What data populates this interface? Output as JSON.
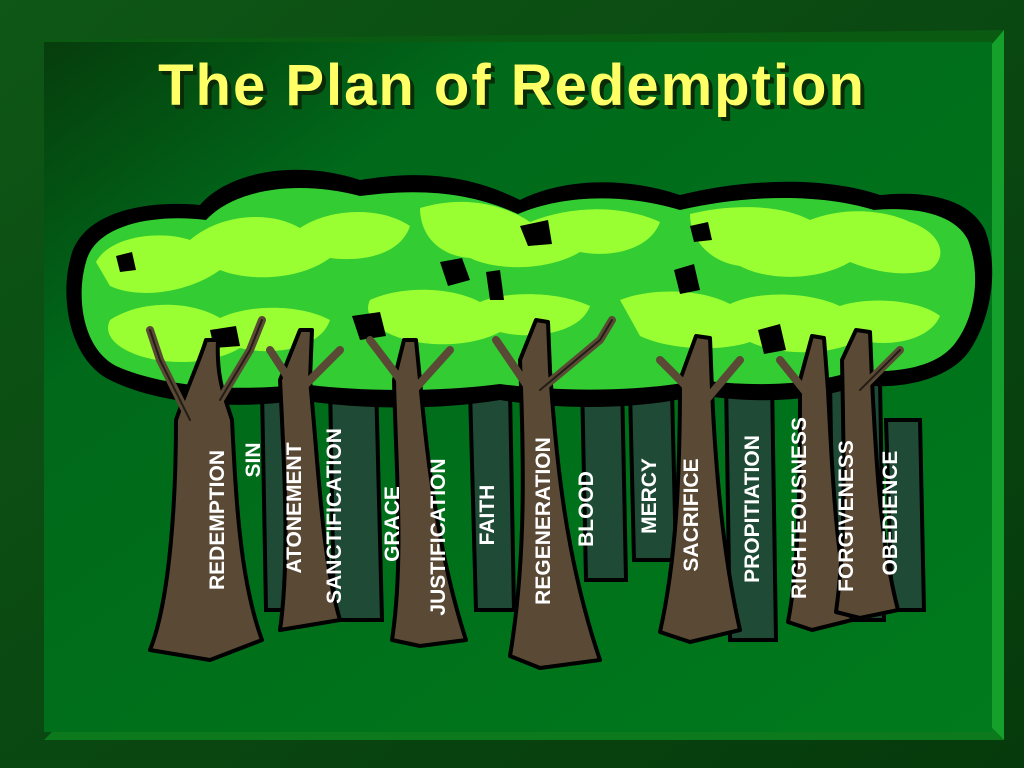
{
  "slide": {
    "title": "The Plan of Redemption",
    "words": [
      "REDEMPTION",
      "SIN",
      "ATONEMENT",
      "SANCTIFICATION",
      "GRACE",
      "JUSTIFICATION",
      "FAITH",
      "REGENERATION",
      "BLOOD",
      "MERCY",
      "SACRIFICE",
      "PROPITIATION",
      "RIGHTEOUSNESS",
      "FORGIVENESS",
      "OBEDIENCE"
    ],
    "illustration": "forest-clipart",
    "colors": {
      "background": "#0b4a12",
      "panel": "#006b17",
      "title": "#ffff66",
      "foliage_light": "#99ff33",
      "foliage_mid": "#33cc33",
      "trunk": "#5a4a35",
      "shadow_trunk": "#1f4a36",
      "word_text": "#ffffff"
    }
  }
}
